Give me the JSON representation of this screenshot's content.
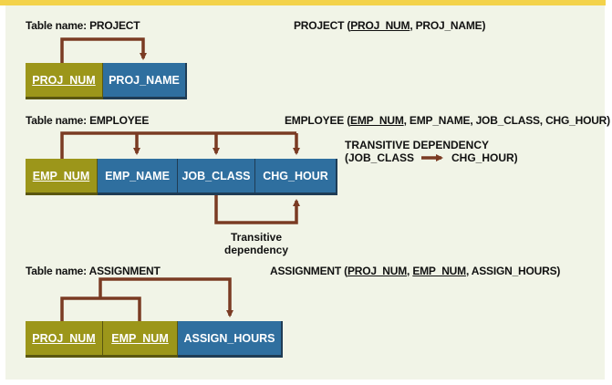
{
  "colors": {
    "pk_fill": "#9c961a",
    "attr_fill": "#2f6f9f",
    "arrow": "#7a3b23",
    "panel": "#f1f4e7",
    "topbar": "#f3d24a"
  },
  "project": {
    "table_label": "Table name: PROJECT",
    "schema": {
      "name": "PROJECT",
      "keys": [
        "PROJ_NUM"
      ],
      "rest": ", PROJ_NAME)"
    },
    "columns": [
      "PROJ_NUM",
      "PROJ_NAME"
    ]
  },
  "employee": {
    "table_label": "Table name: EMPLOYEE",
    "schema": {
      "name": "EMPLOYEE",
      "keys": [
        "EMP_NUM"
      ],
      "rest": ", EMP_NAME, JOB_CLASS, CHG_HOUR)"
    },
    "columns": [
      "EMP_NUM",
      "EMP_NAME",
      "JOB_CLASS",
      "CHG_HOUR"
    ],
    "transitive_title": "TRANSITIVE DEPENDENCY",
    "transitive_from": "(JOB_CLASS",
    "transitive_to": "CHG_HOUR)",
    "dependency_note_line1": "Transitive",
    "dependency_note_line2": "dependency"
  },
  "assignment": {
    "table_label": "Table name: ASSIGNMENT",
    "schema": {
      "name": "ASSIGNMENT",
      "keys": [
        "PROJ_NUM",
        "EMP_NUM"
      ],
      "rest": ", ASSIGN_HOURS)"
    },
    "columns": [
      "PROJ_NUM",
      "EMP_NUM",
      "ASSIGN_HOURS"
    ]
  }
}
